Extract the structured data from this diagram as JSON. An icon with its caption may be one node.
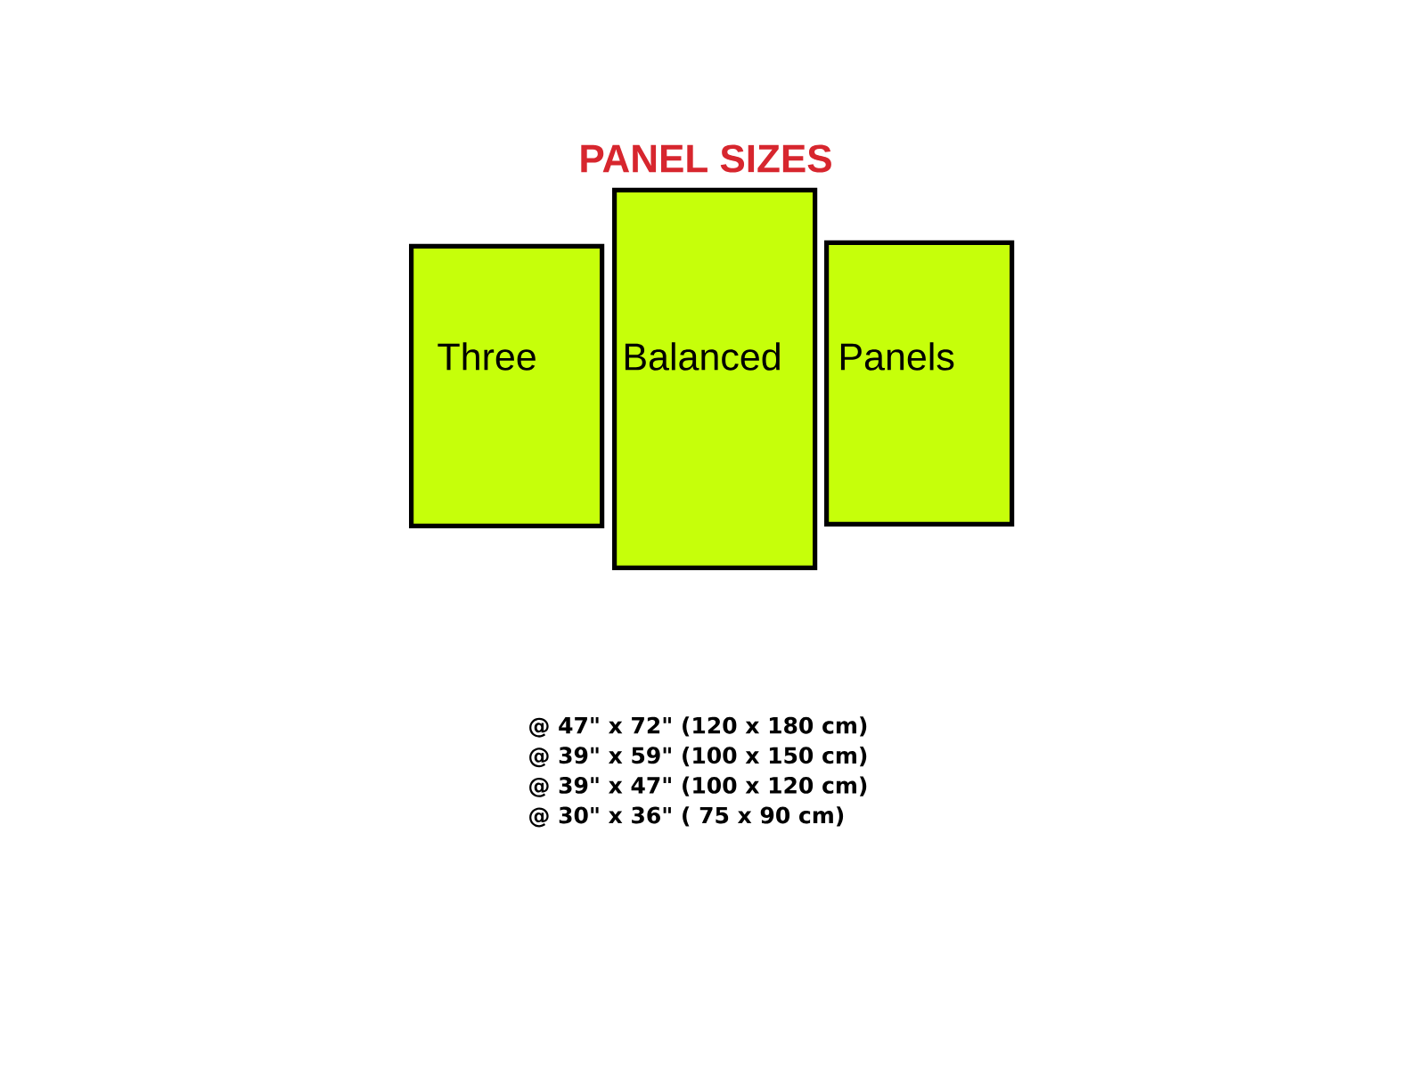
{
  "diagram": {
    "title": "PANEL SIZES",
    "nodes": [
      {
        "text": [
          "Three"
        ]
      },
      {
        "text": [
          "Balanced"
        ]
      },
      {
        "text": [
          "Panels"
        ]
      }
    ],
    "labels": [
      "@ 47\" x 72\" (120 x 180 cm)",
      "@ 39\" x 59\" (100 x 150 cm)",
      "@ 39\" x 47\" (100 x 120 cm)",
      "@ 30\" x 36\" ( 75 x 90 cm)"
    ]
  }
}
